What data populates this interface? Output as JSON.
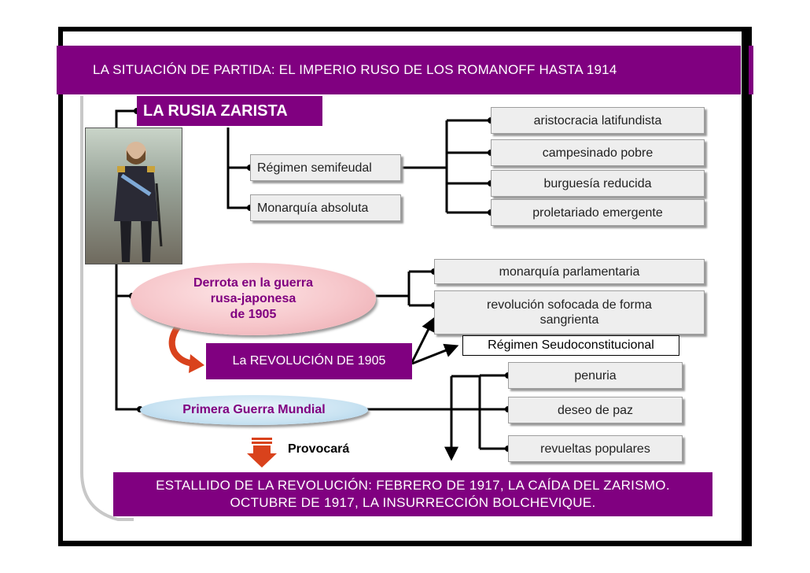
{
  "header": {
    "title": "LA SITUACIÓN DE PARTIDA: EL IMPERIO RUSO DE LOS ROMANOFF HASTA 1914"
  },
  "root": {
    "label": "LA RUSIA ZARISTA"
  },
  "portrait": {
    "icon": "tsar-portrait-icon"
  },
  "regime": {
    "semifeudal": "Régimen semifeudal",
    "absolute": "Monarquía absoluta",
    "classes": [
      "aristocracia latifundista",
      "campesinado pobre",
      "burguesía reducida",
      "proletariado emergente"
    ]
  },
  "war1905": {
    "line1": "Derrota en la guerra",
    "line2": "rusa-japonesa",
    "line3": "de 1905",
    "revolution": "La REVOLUCIÓN DE 1905",
    "results": [
      "monarquía parlamentaria",
      "revolución sofocada de forma sangrienta"
    ],
    "pseudo": "Régimen Seudoconstitucional"
  },
  "ww1": {
    "label": "Primera Guerra Mundial",
    "effects": [
      "penuria",
      "deseo de paz",
      "revueltas populares"
    ],
    "provoca": "Provocará"
  },
  "footer": {
    "line1": "ESTALLIDO DE LA REVOLUCIÓN: FEBRERO DE 1917, LA CAÍDA DEL ZARISMO.",
    "line2": "OCTUBRE DE 1917, LA INSURRECCIÓN BOLCHEVIQUE."
  },
  "colors": {
    "purple": "#800080",
    "box": "#eeeeee",
    "arrow": "#d9421c"
  }
}
